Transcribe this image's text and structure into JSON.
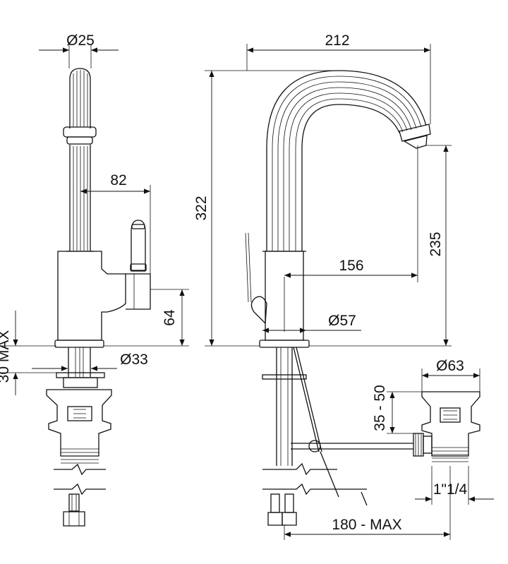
{
  "dimensions": {
    "d25": "Ø25",
    "d212": "212",
    "d82": "82",
    "d322": "322",
    "d235": "235",
    "d156": "156",
    "d64": "64",
    "d57": "Ø57",
    "d33": "Ø33",
    "dmax": "30 MAX",
    "d63": "Ø63",
    "d3550": "35 - 50",
    "d114": "1\"1/4",
    "d180": "180 - MAX"
  }
}
